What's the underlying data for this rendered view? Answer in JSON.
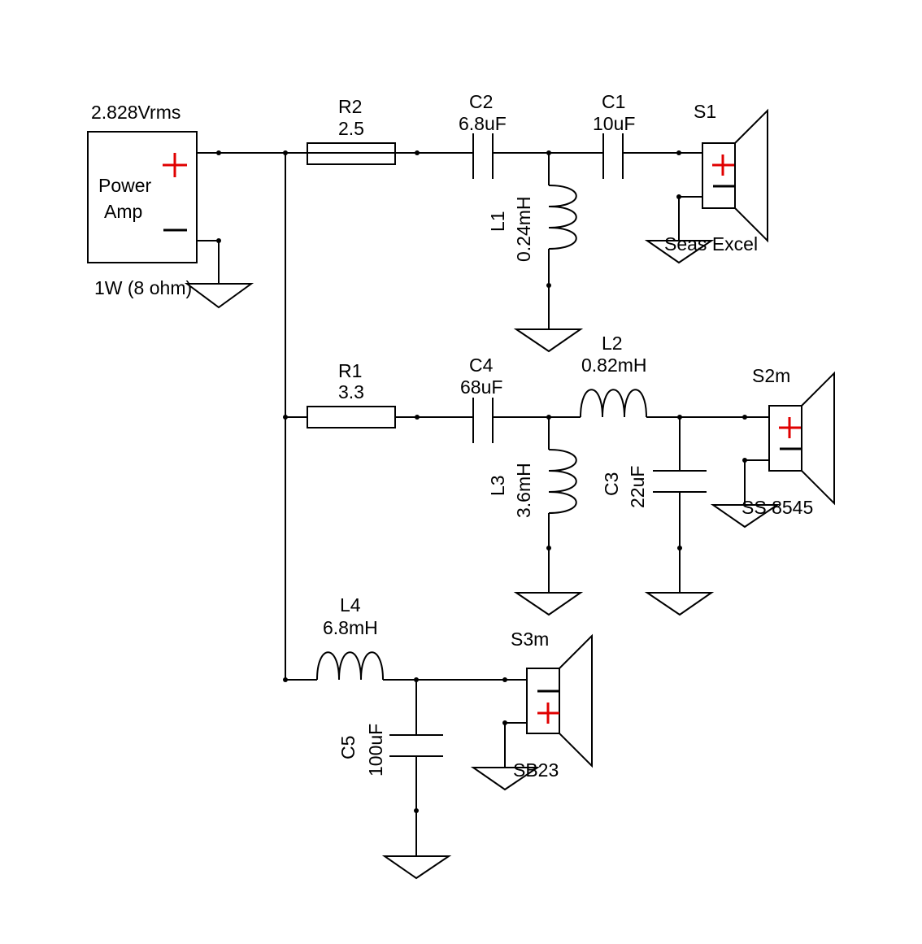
{
  "source": {
    "voltage": "2.828Vrms",
    "name_line1": "Power",
    "name_line2": "Amp",
    "power": "1W (8 ohm)"
  },
  "components": {
    "R2": {
      "ref": "R2",
      "value": "2.5"
    },
    "C2": {
      "ref": "C2",
      "value": "6.8uF"
    },
    "C1": {
      "ref": "C1",
      "value": "10uF"
    },
    "L1": {
      "ref": "L1",
      "value": "0.24mH"
    },
    "R1": {
      "ref": "R1",
      "value": "3.3"
    },
    "C4": {
      "ref": "C4",
      "value": "68uF"
    },
    "L2": {
      "ref": "L2",
      "value": "0.82mH"
    },
    "L3": {
      "ref": "L3",
      "value": "3.6mH"
    },
    "C3": {
      "ref": "C3",
      "value": "22uF"
    },
    "L4": {
      "ref": "L4",
      "value": "6.8mH"
    },
    "C5": {
      "ref": "C5",
      "value": "100uF"
    }
  },
  "speakers": {
    "S1": {
      "ref": "S1",
      "model": "Seas Excel"
    },
    "S2": {
      "ref": "S2m",
      "model": "SS 8545"
    },
    "S3": {
      "ref": "S3m",
      "model": "SB23"
    }
  },
  "colors": {
    "polarity_plus": "#e00000",
    "line": "#000000"
  }
}
